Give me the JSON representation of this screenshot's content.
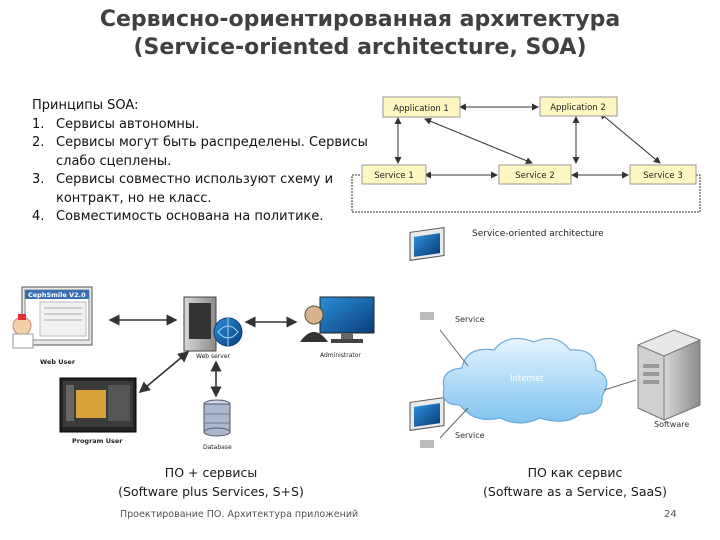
{
  "slide": {
    "title_line1": "Сервисно-ориентированная архитектура",
    "title_line2": "(Service-oriented architecture, SOA)",
    "principles_heading": "Принципы SOA:",
    "principles": [
      {
        "num": "1.",
        "text": "Сервисы автономны."
      },
      {
        "num": "2.",
        "text": "Сервисы могут быть распределены. Сервисы слабо сцеплены."
      },
      {
        "num": "3.",
        "text": "Сервисы совместно используют схему и контракт, но не класс."
      },
      {
        "num": "4.",
        "text": "Совместимость основана на политике."
      }
    ],
    "soa_diagram": {
      "app1": "Application 1",
      "app2": "Application 2",
      "service1": "Service 1",
      "service2": "Service 2",
      "service3": "Service 3",
      "caption": "Service-oriented architecture",
      "box_color": "#fff7c2",
      "box_border": "#a0a080"
    },
    "splus_diagram": {
      "app_window_title": "CephSmile V2.0",
      "web_user": "Web User",
      "web_server": "Web server",
      "administrator": "Administrator",
      "program_user": "Program User",
      "database": "Database",
      "caption_line1": "ПО + сервисы",
      "caption_line2": "(Software plus Services, S+S)"
    },
    "saas_diagram": {
      "service_top": "Service",
      "service_bottom": "Service",
      "internet": "Internet",
      "software": "Software",
      "caption_line1": "ПО как сервис",
      "caption_line2": "(Software as a Service, SaaS)"
    },
    "footer": "Проектирование ПО. Архитектура приложений",
    "page_number": "24"
  }
}
